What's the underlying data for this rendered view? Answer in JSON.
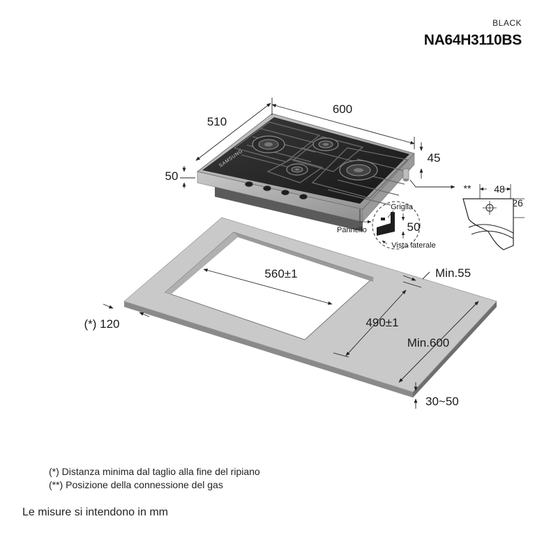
{
  "header": {
    "color": "BLACK",
    "model": "NA64H3110BS"
  },
  "hob": {
    "brand": "SAMSUNG",
    "width": "600",
    "depth": "510",
    "height_front": "50",
    "height_back": "45"
  },
  "gas_detail": {
    "marker": "**",
    "offset": "48",
    "height": "26"
  },
  "section_view": {
    "grid_label": "Griglia",
    "panel_label": "Pannello",
    "height": "50",
    "side_view_label": "Vista laterale"
  },
  "worktop": {
    "cutout_width": "560±1",
    "cutout_depth": "490±1",
    "min_back": "Min.55",
    "min_depth": "Min.600",
    "front_clearance": "(*) 120",
    "thickness": "30~50"
  },
  "notes": [
    "(*) Distanza minima dal taglio alla fine del ripiano",
    "(**) Posizione della connessione del gas"
  ],
  "units": "Le misure si intendono in mm"
}
